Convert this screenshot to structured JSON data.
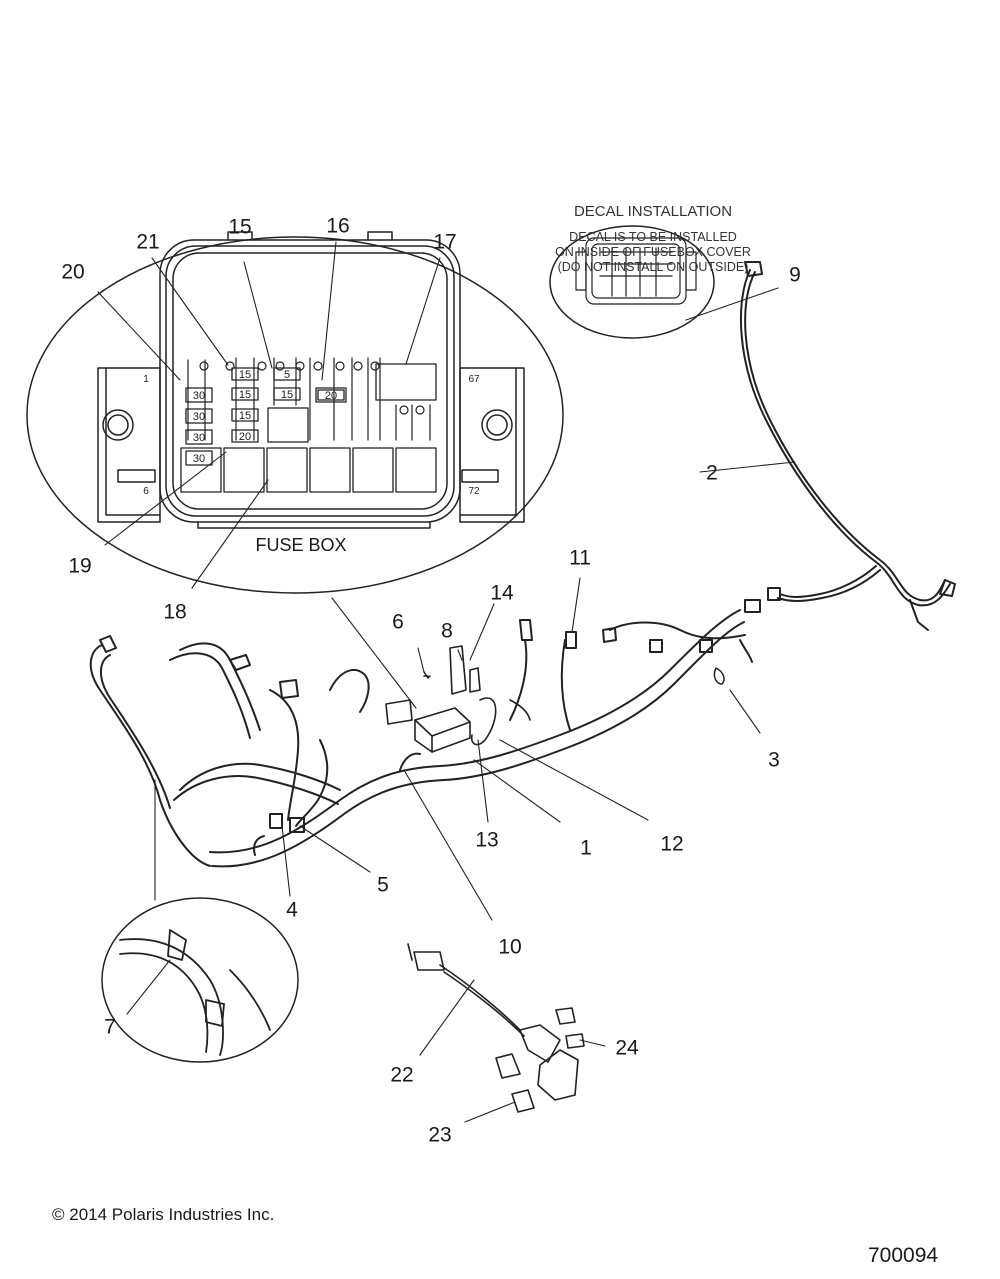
{
  "callouts": {
    "c1": "1",
    "c2": "2",
    "c3": "3",
    "c4": "4",
    "c5": "5",
    "c6": "6",
    "c7": "7",
    "c8": "8",
    "c9": "9",
    "c10": "10",
    "c11": "11",
    "c12": "12",
    "c13": "13",
    "c14": "14",
    "c15": "15",
    "c16": "16",
    "c17": "17",
    "c18": "18",
    "c19": "19",
    "c20": "20",
    "c21": "21",
    "c22": "22",
    "c23": "23",
    "c24": "24"
  },
  "decal": {
    "title": "DECAL INSTALLATION",
    "line1": "DECAL IS TO BE INSTALLED",
    "line2": "ON INSIDE OF FUSEBOX COVER",
    "line3": "(DO NOT INSTALL ON OUTSIDE)"
  },
  "fusebox": {
    "title": "FUSE BOX",
    "pin_1": "1",
    "pin_6": "6",
    "pin_67": "67",
    "pin_72": "72",
    "col1_fuses": [
      "30",
      "30",
      "30",
      "30"
    ],
    "col2_fuses": [
      "15",
      "15",
      "15",
      "20"
    ],
    "col3_fuses": [
      "5",
      "15"
    ],
    "col4_fuse": "20"
  },
  "footer": {
    "copyright": "© 2014 Polaris Industries Inc.",
    "figure_number": "700094"
  }
}
